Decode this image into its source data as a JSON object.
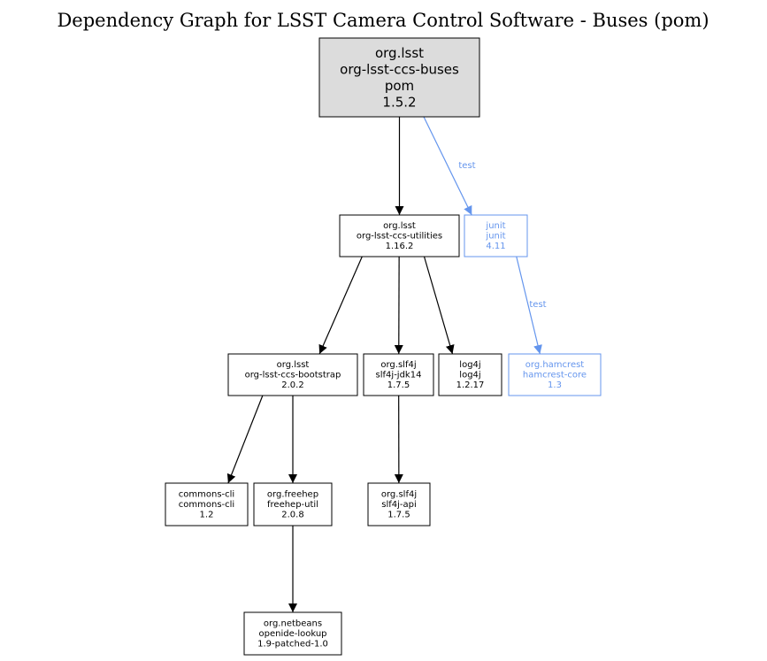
{
  "title": "Dependency Graph for LSST Camera Control Software - Buses (pom)",
  "colors": {
    "test": "#6495ed",
    "default": "#000000",
    "root_fill": "#dcdcdc"
  },
  "nodes": [
    {
      "id": "root",
      "lines": [
        "org.lsst",
        "org-lsst-ccs-buses",
        "pom",
        "1.5.2"
      ],
      "scope": "root"
    },
    {
      "id": "utilities",
      "lines": [
        "org.lsst",
        "org-lsst-ccs-utilities",
        "1.16.2"
      ],
      "scope": "compile"
    },
    {
      "id": "junit",
      "lines": [
        "junit",
        "junit",
        "4.11"
      ],
      "scope": "test"
    },
    {
      "id": "bootstrap",
      "lines": [
        "org.lsst",
        "org-lsst-ccs-bootstrap",
        "2.0.2"
      ],
      "scope": "compile"
    },
    {
      "id": "slf4j-jdk14",
      "lines": [
        "org.slf4j",
        "slf4j-jdk14",
        "1.7.5"
      ],
      "scope": "compile"
    },
    {
      "id": "log4j",
      "lines": [
        "log4j",
        "log4j",
        "1.2.17"
      ],
      "scope": "compile"
    },
    {
      "id": "hamcrest",
      "lines": [
        "org.hamcrest",
        "hamcrest-core",
        "1.3"
      ],
      "scope": "test"
    },
    {
      "id": "commons-cli",
      "lines": [
        "commons-cli",
        "commons-cli",
        "1.2"
      ],
      "scope": "compile"
    },
    {
      "id": "freehep",
      "lines": [
        "org.freehep",
        "freehep-util",
        "2.0.8"
      ],
      "scope": "compile"
    },
    {
      "id": "slf4j-api",
      "lines": [
        "org.slf4j",
        "slf4j-api",
        "1.7.5"
      ],
      "scope": "compile"
    },
    {
      "id": "openide",
      "lines": [
        "org.netbeans",
        "openide-lookup",
        "1.9-patched-1.0"
      ],
      "scope": "compile"
    }
  ],
  "edges": [
    {
      "from": "root",
      "to": "utilities",
      "label": "",
      "scope": "compile"
    },
    {
      "from": "root",
      "to": "junit",
      "label": "test",
      "scope": "test"
    },
    {
      "from": "utilities",
      "to": "bootstrap",
      "label": "",
      "scope": "compile"
    },
    {
      "from": "utilities",
      "to": "slf4j-jdk14",
      "label": "",
      "scope": "compile"
    },
    {
      "from": "utilities",
      "to": "log4j",
      "label": "",
      "scope": "compile"
    },
    {
      "from": "junit",
      "to": "hamcrest",
      "label": "test",
      "scope": "test"
    },
    {
      "from": "bootstrap",
      "to": "commons-cli",
      "label": "",
      "scope": "compile"
    },
    {
      "from": "bootstrap",
      "to": "freehep",
      "label": "",
      "scope": "compile"
    },
    {
      "from": "slf4j-jdk14",
      "to": "slf4j-api",
      "label": "",
      "scope": "compile"
    },
    {
      "from": "freehep",
      "to": "openide",
      "label": "",
      "scope": "compile"
    }
  ]
}
